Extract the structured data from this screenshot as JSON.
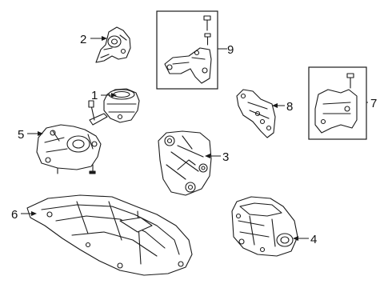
{
  "callouts": [
    {
      "id": "c1",
      "label": "1"
    },
    {
      "id": "c2",
      "label": "2"
    },
    {
      "id": "c3",
      "label": "3"
    },
    {
      "id": "c4",
      "label": "4"
    },
    {
      "id": "c5",
      "label": "5"
    },
    {
      "id": "c6",
      "label": "6"
    },
    {
      "id": "c7",
      "label": "7"
    },
    {
      "id": "c8",
      "label": "8"
    },
    {
      "id": "c9",
      "label": "9"
    }
  ],
  "colors": {
    "line": "#1a1a1a",
    "background": "#ffffff"
  }
}
